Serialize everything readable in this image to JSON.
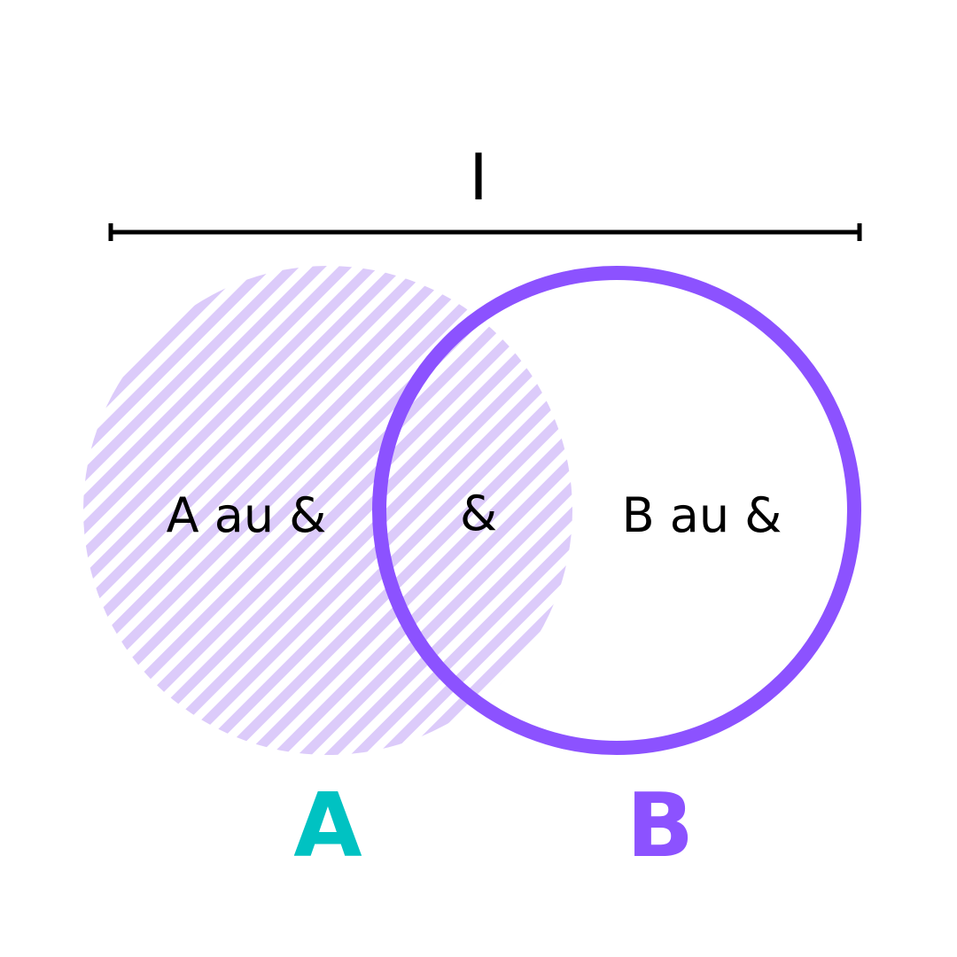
{
  "universe": {
    "label": "I"
  },
  "regions": {
    "only_a": "A au &",
    "intersection": "&",
    "only_b": "B au &"
  },
  "sets": {
    "a": {
      "name": "A",
      "color": "#00C2C2"
    },
    "b": {
      "name": "B",
      "color": "#8C52FF"
    }
  },
  "colors": {
    "hatch": "#DCCBFA",
    "outline": "#8C52FF",
    "text": "#000000"
  }
}
